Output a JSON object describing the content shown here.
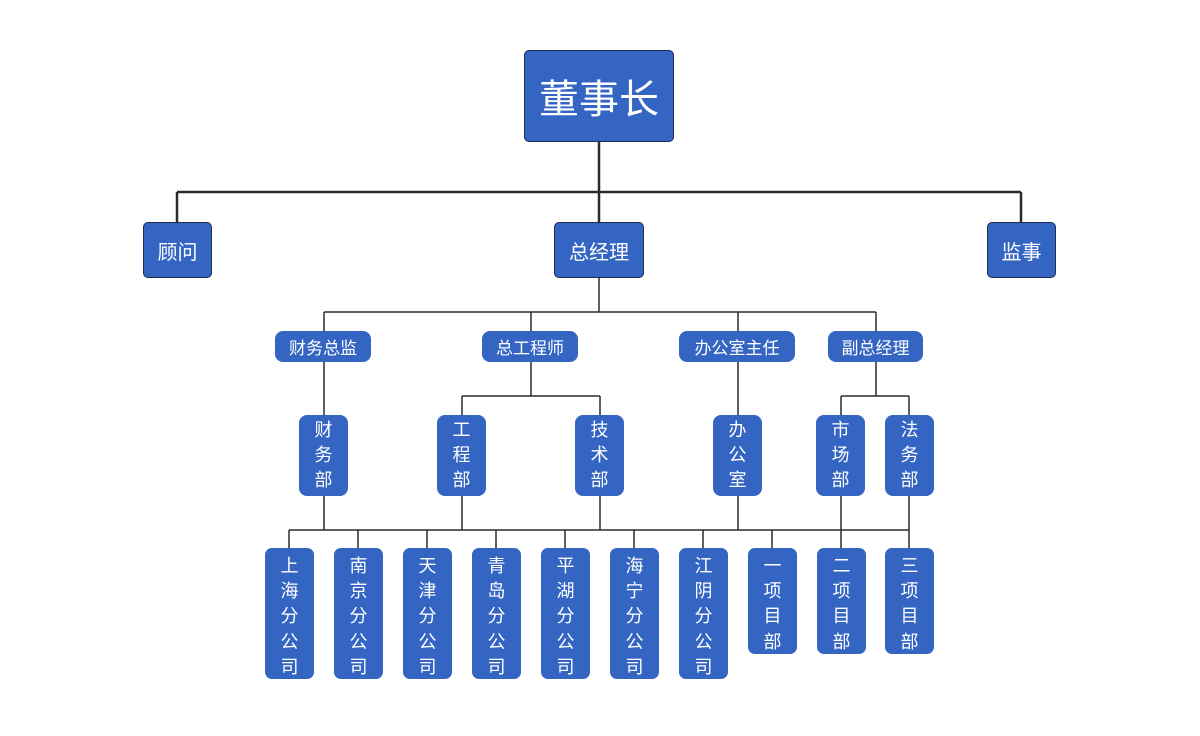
{
  "org": {
    "chairman": "董事长",
    "advisor": "顾问",
    "general_manager": "总经理",
    "supervisor": "监事",
    "cfo": "财务总监",
    "chief_engineer": "总工程师",
    "office_director": "办公室主任",
    "deputy_gm": "副总经理",
    "finance_dept": "财务部",
    "engineering_dept": "工程部",
    "technology_dept": "技术部",
    "office": "办公室",
    "marketing_dept": "市场部",
    "legal_dept": "法务部",
    "units": [
      "上海分公司",
      "南京分公司",
      "天津分公司",
      "青岛分公司",
      "平湖分公司",
      "海宁分公司",
      "江阴分公司",
      "一项目部",
      "二项目部",
      "三项目部"
    ]
  },
  "colors": {
    "node_fill": "#3465c3",
    "node_text": "#ffffff",
    "connector": "#2b2b2b"
  }
}
